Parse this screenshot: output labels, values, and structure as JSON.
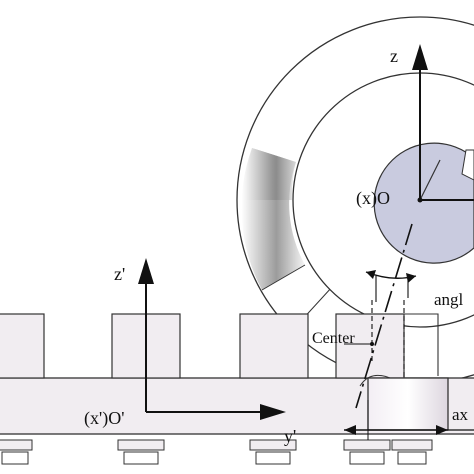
{
  "labels": {
    "z": "z",
    "x_origin": "(x)O",
    "z_prime": "z'",
    "x_prime_origin": "(x')O'",
    "y_prime": "y'",
    "center": "Center",
    "angle": "angl",
    "axial": "ax"
  },
  "colors": {
    "line": "#111111",
    "part_fill": "#f1edf1",
    "hub_fill": "#c9cbdf",
    "shade": "#8a8a8a"
  }
}
